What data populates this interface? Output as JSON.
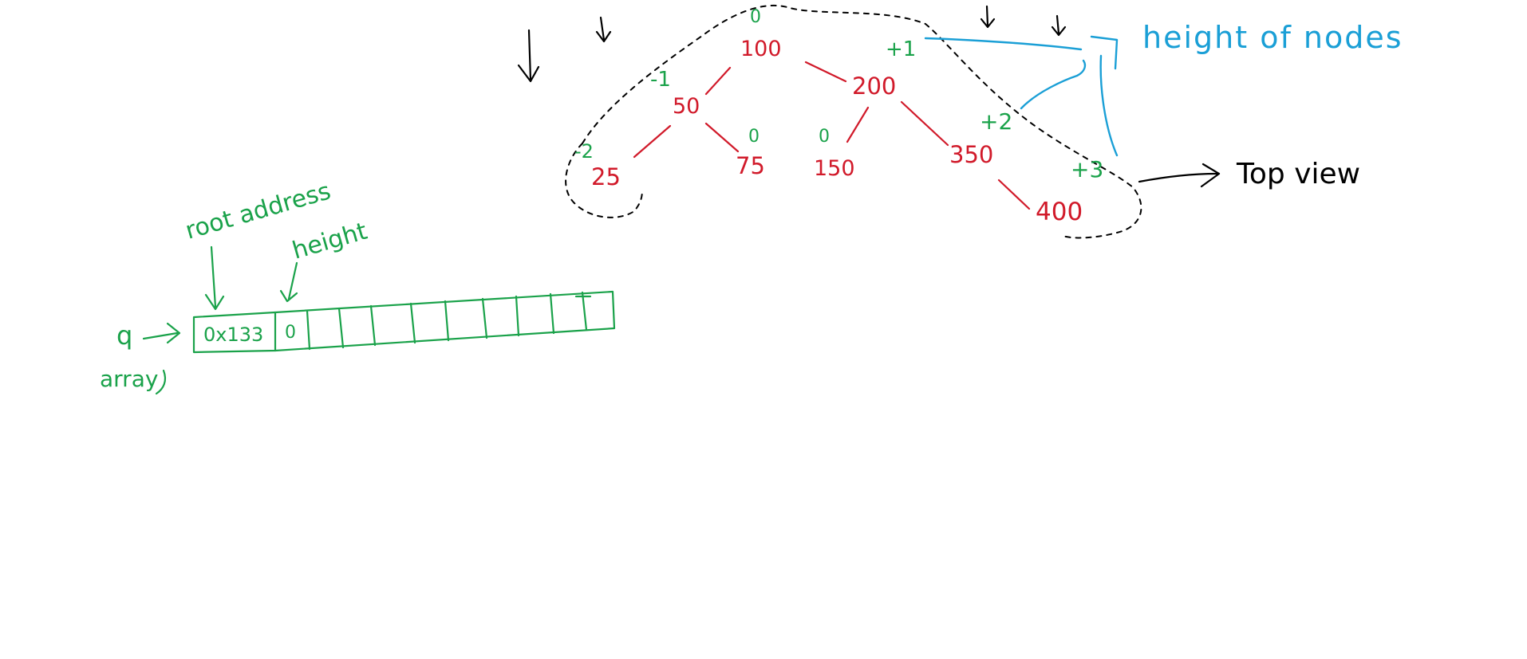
{
  "colors": {
    "node": "#d11a2a",
    "annotation": "#1aa24a",
    "height_label": "#1a9fd6",
    "ink": "#000000"
  },
  "tree": {
    "nodes": {
      "n100": "100",
      "n50": "50",
      "n200": "200",
      "n25": "25",
      "n75": "75",
      "n150": "150",
      "n350": "350",
      "n400": "400"
    },
    "heights": {
      "h100": "0",
      "h50": "-1",
      "h200": "+1",
      "h25": "-2",
      "h75": "0",
      "h150": "0",
      "h350": "+2",
      "h400": "+3"
    }
  },
  "labels": {
    "height_of_nodes": "height of nodes",
    "top_view": "Top view"
  },
  "array": {
    "q_label": "q",
    "array_label": "array",
    "root_address_label": "root address",
    "height_label": "height",
    "cell_root": "0x133",
    "cell_height": "0"
  }
}
